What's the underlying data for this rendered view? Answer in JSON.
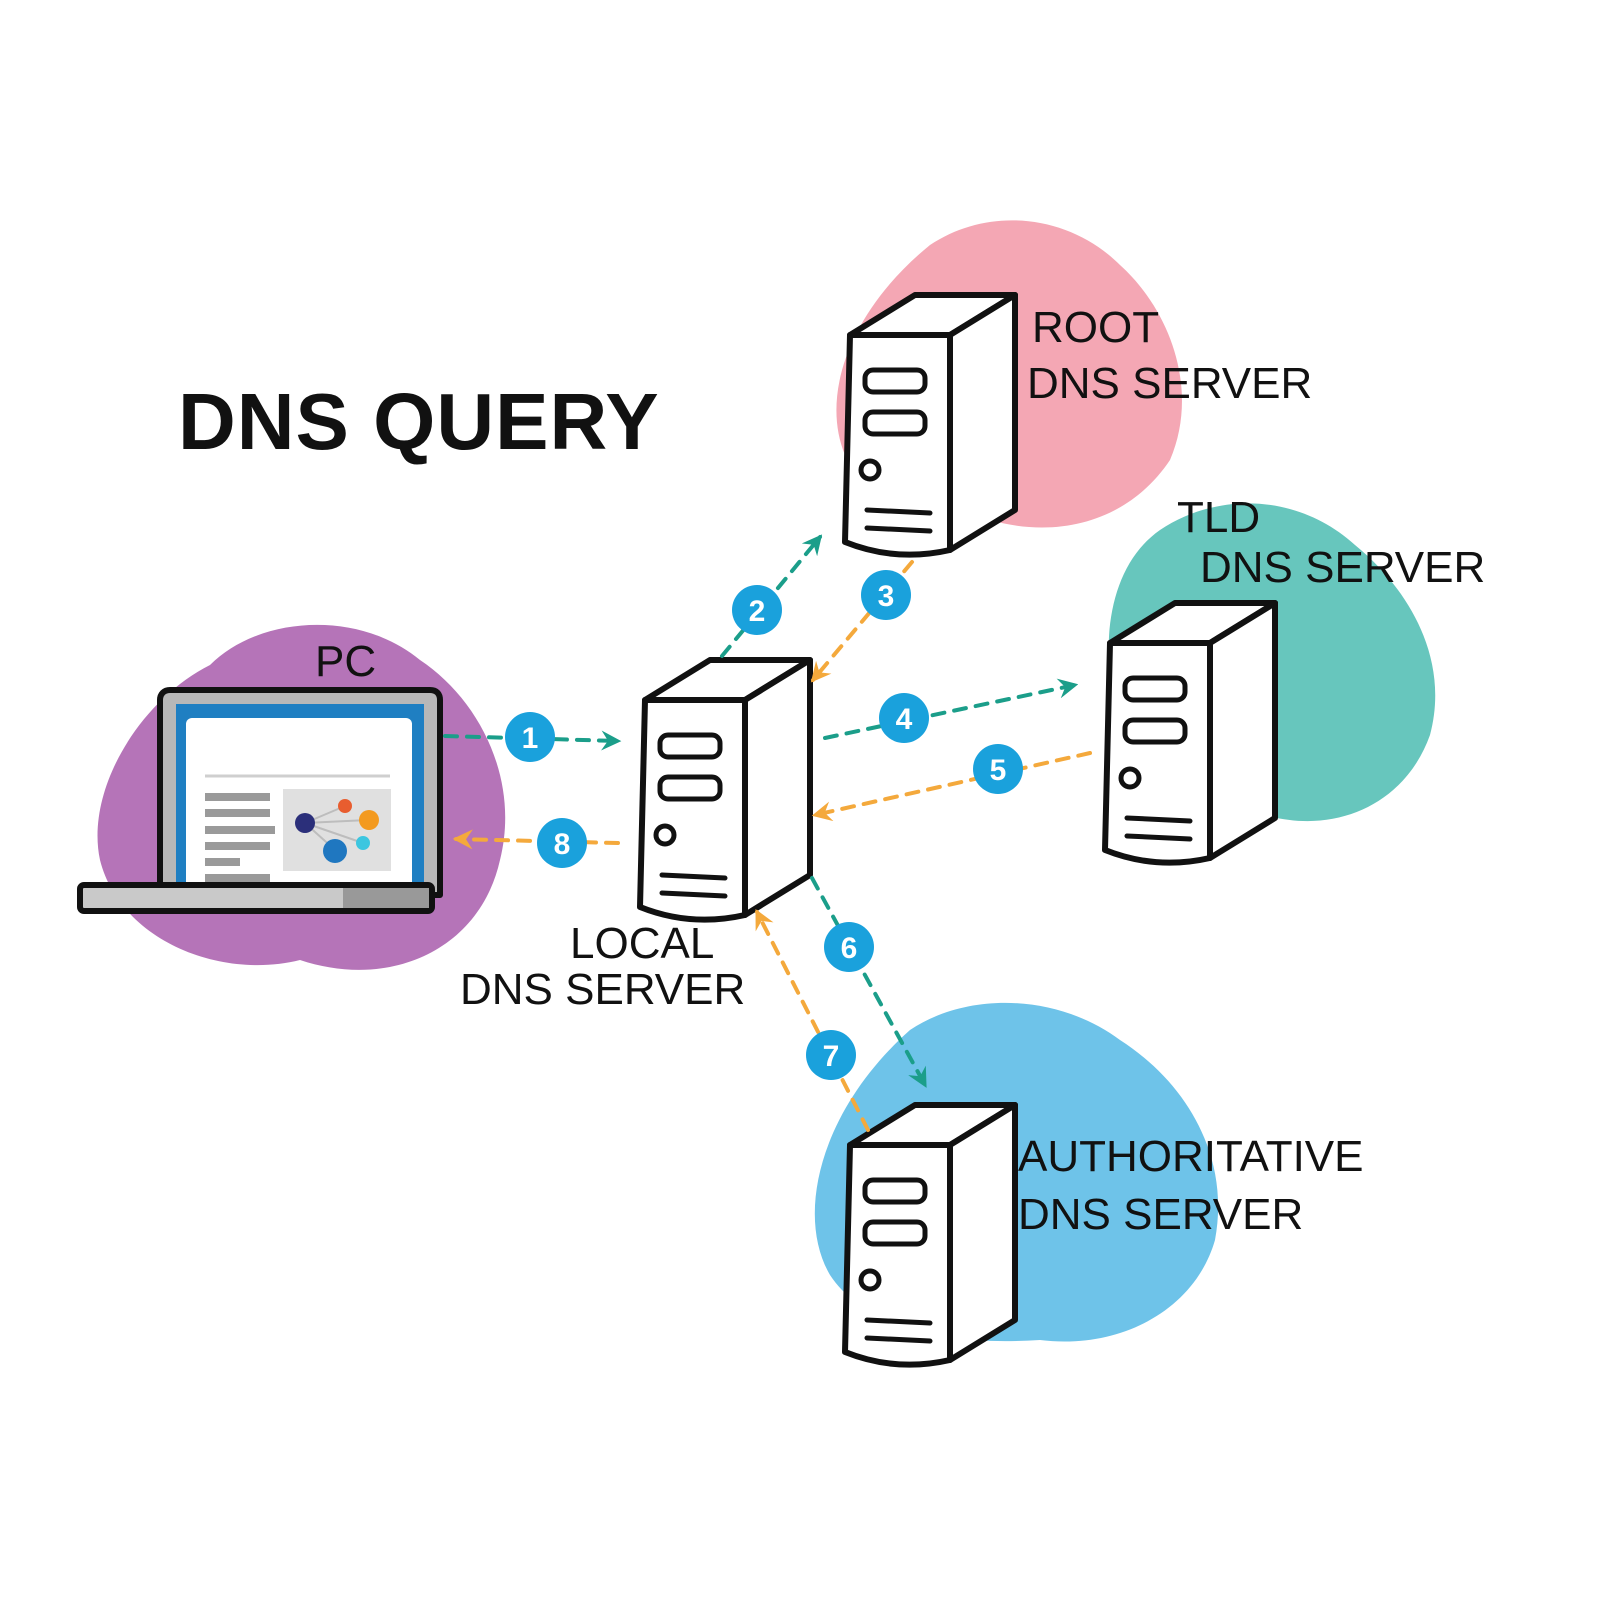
{
  "title": "DNS QUERY",
  "nodes": {
    "pc": {
      "label": "PC"
    },
    "local": {
      "line1": "LOCAL",
      "line2": "DNS SERVER"
    },
    "root": {
      "line1": "ROOT",
      "line2": "DNS SERVER"
    },
    "tld": {
      "line1": "TLD",
      "line2": "DNS SERVER"
    },
    "authoritative": {
      "line1": "AUTHORITATIVE",
      "line2": "DNS SERVER"
    }
  },
  "steps": [
    "1",
    "2",
    "3",
    "4",
    "5",
    "6",
    "7",
    "8"
  ],
  "colors": {
    "pc_blob": "#b574b8",
    "root_blob": "#f4a7b4",
    "tld_blob": "#67c6bd",
    "auth_blob": "#6ec3e9",
    "request_arrow": "#1b9e8a",
    "response_arrow": "#f4a93c",
    "badge": "#1aa1dc"
  }
}
